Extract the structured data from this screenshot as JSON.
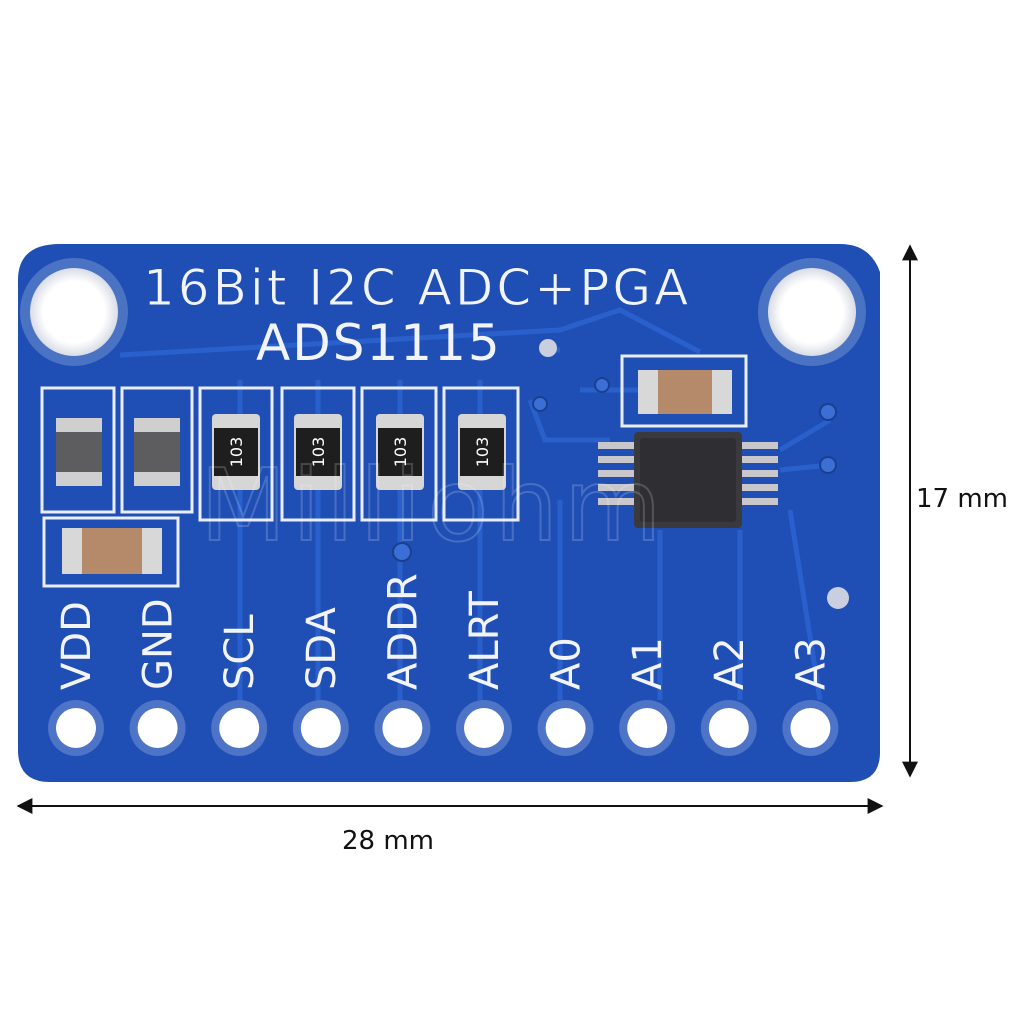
{
  "board": {
    "title": "16Bit I2C ADC+PGA",
    "model": "ADS1115",
    "resistor_code": "103",
    "pins": [
      "VDD",
      "GND",
      "SCL",
      "SDA",
      "ADDR",
      "ALRT",
      "A0",
      "A1",
      "A2",
      "A3"
    ],
    "watermark": "Milliohm"
  },
  "dimensions": {
    "width": "28 mm",
    "height": "17 mm"
  },
  "colors": {
    "pcb": "#1f4fb5",
    "pcb_dark": "#173f98",
    "trace": "#2a61cc",
    "silkscreen": "#f2f4fa",
    "pad": "#e8ebf2",
    "chip": "#3a3a3e"
  }
}
